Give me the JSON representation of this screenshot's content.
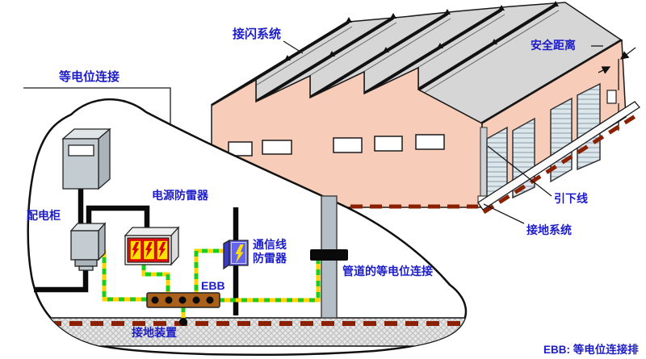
{
  "diagram": {
    "labels": {
      "air_termination": "接闪系统",
      "safety_distance": "安全距离",
      "equipotential": "等电位连接",
      "distribution_cabinet": "配电柜",
      "power_spd": "电源防雷器",
      "comm_spd_line1": "通信线",
      "comm_spd_line2": "防雷器",
      "ebb": "EBB",
      "pipe_bonding": "管道的等电位连接",
      "earthing_device": "接地装置",
      "down_conductor": "引下线",
      "earthing_system": "接地系统",
      "ebb_note": "EBB: 等电位连接排"
    },
    "colors": {
      "label_blue": "#1c1cc8",
      "wall_pink": "#f7ccb8",
      "roof_gray": "#d6d6d6",
      "ground_conductor_red": "#8b2000",
      "wire_yellow": "#ffd300",
      "wire_green": "#1ecc1e",
      "ebb_brown": "#aa6018",
      "spd_frame_red": "#ee1111",
      "spd_module_yellow": "#ffe000",
      "comm_spd_blue": "#6464ee",
      "pipe_gray": "#b3bec7",
      "cabinet_gray": "#c3ccd1",
      "door_gray": "#dce6eb"
    }
  }
}
